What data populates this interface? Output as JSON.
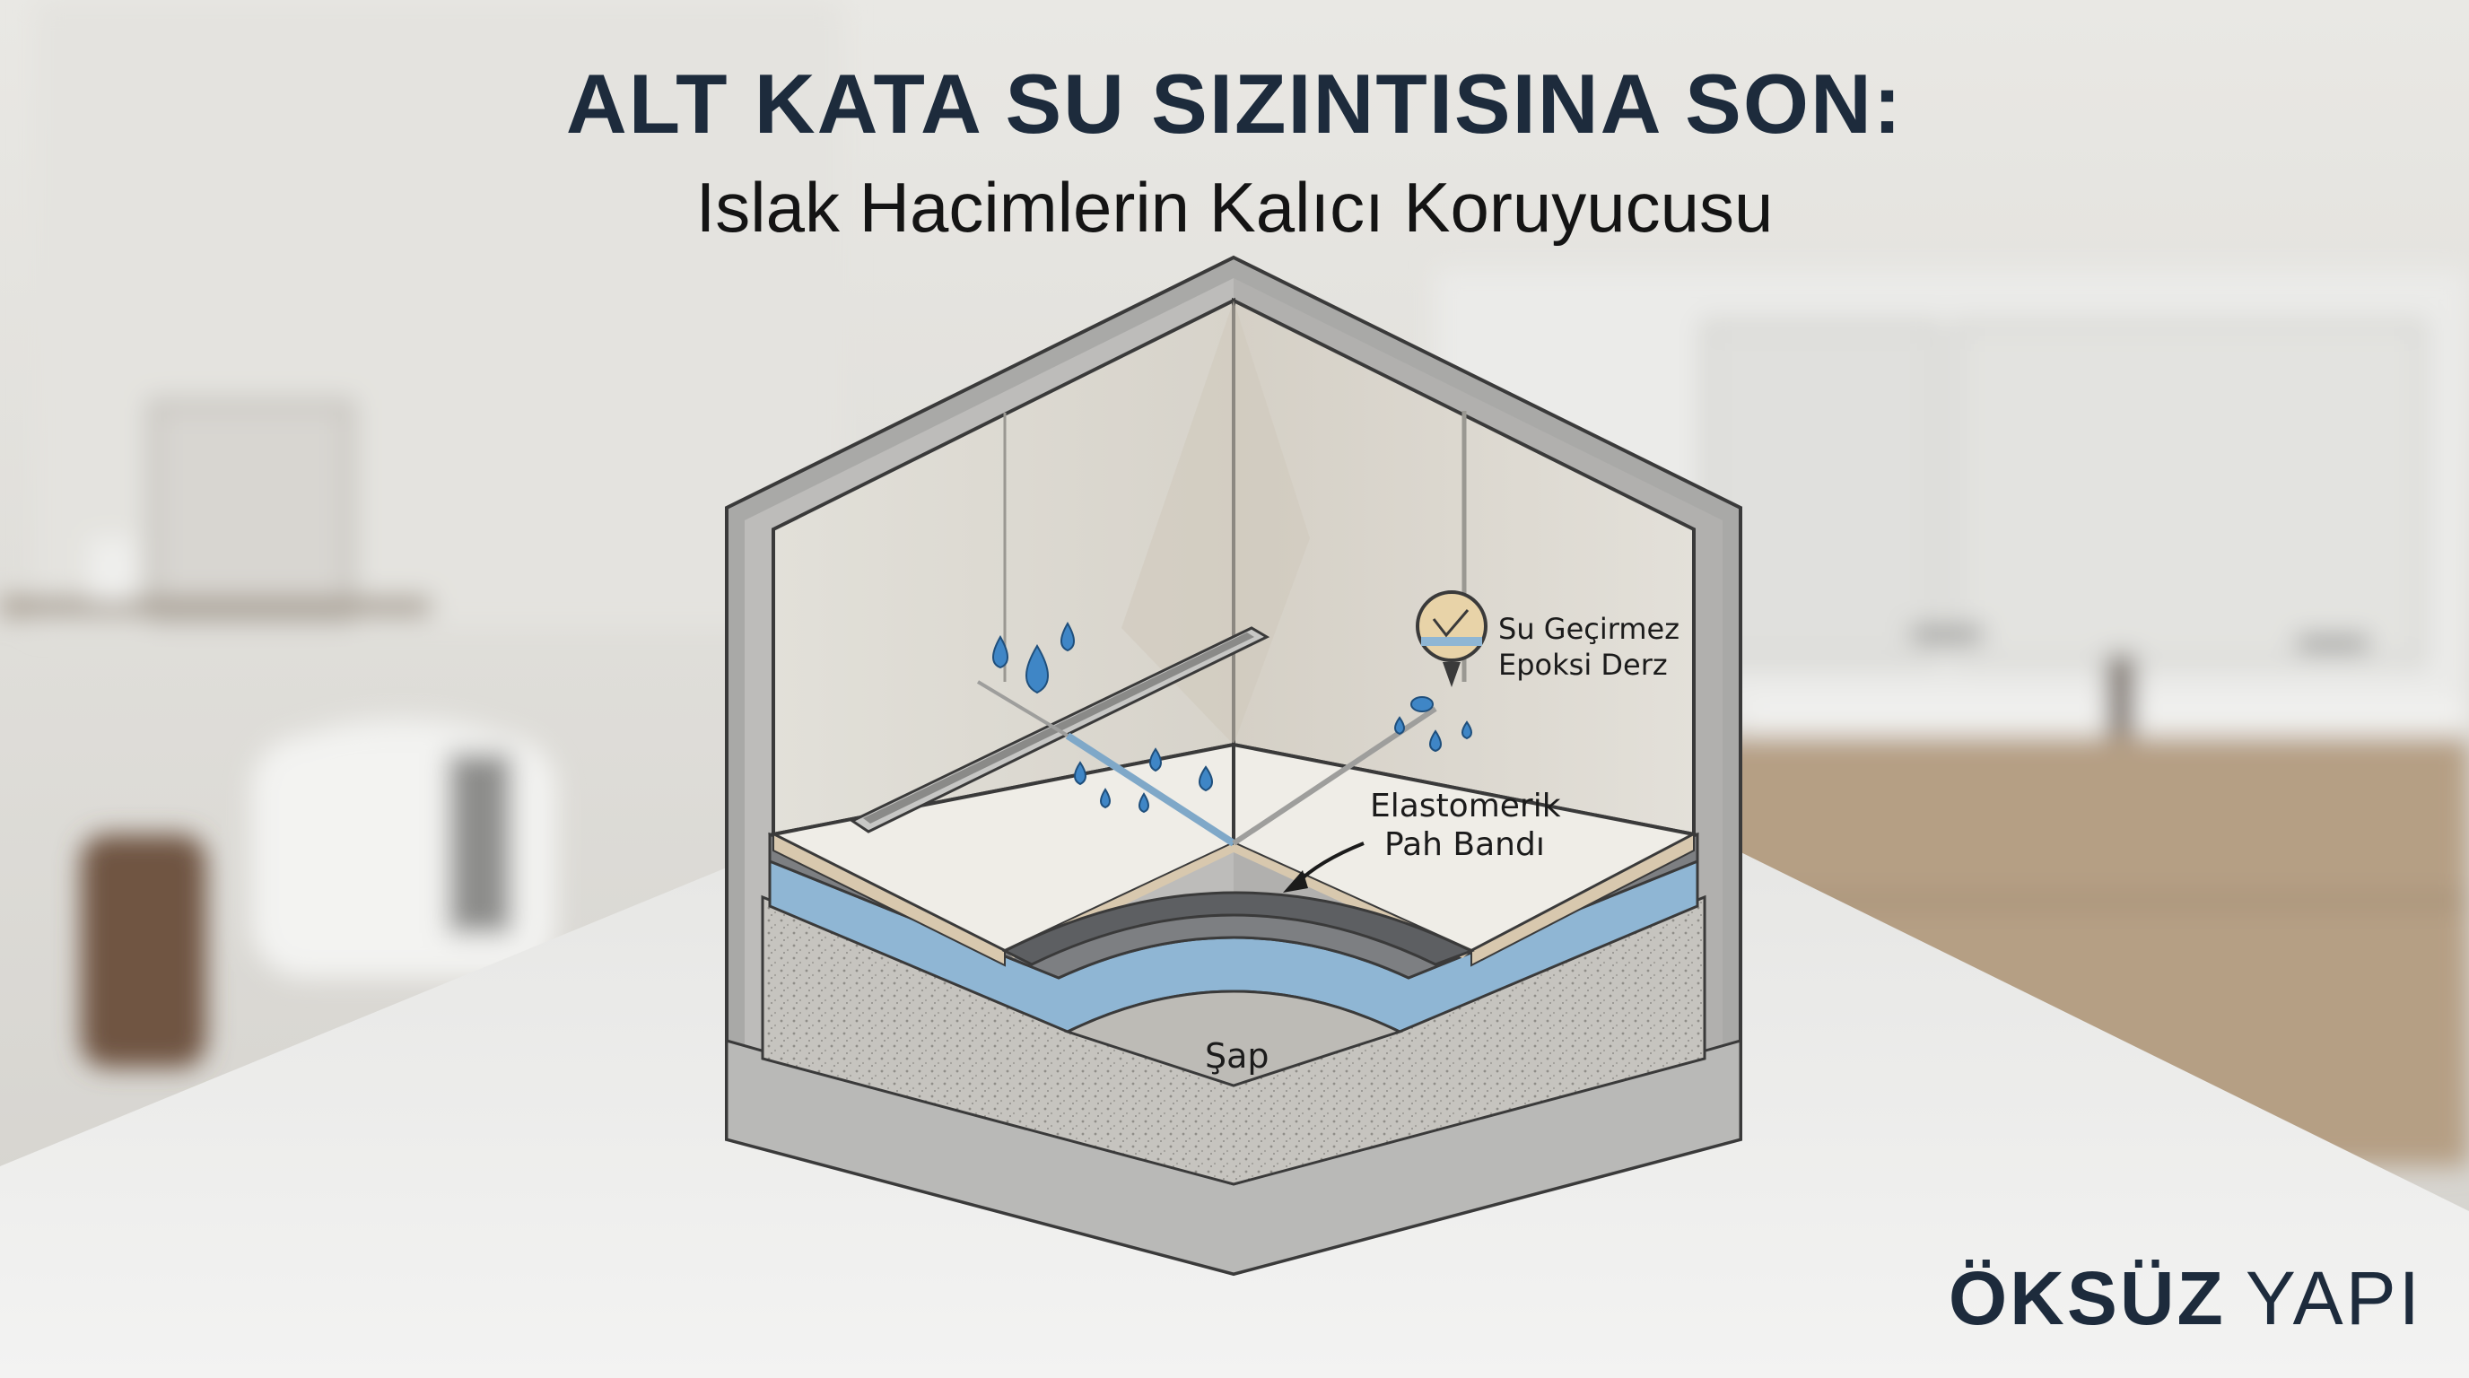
{
  "title": {
    "main": "ALT KATA SU SIZINTISINA SON:",
    "sub": "Islak Hacimlerin Kalıcı Koruyucusu"
  },
  "labels": {
    "joint_line1": "Su Geçirmez",
    "joint_line2": "Epoksi Derz",
    "band_line1": "Elastomerik",
    "band_line2": "Pah Bandı",
    "screed": "Şap"
  },
  "brand": {
    "bold": "ÖKSÜZ",
    "light": "YAPI"
  },
  "colors": {
    "title": "#1d2b3c",
    "membrane_blue": "#8fb6d4",
    "water_drop": "#3f86c6",
    "wall_tile": "#e6e3dc",
    "floor_tile": "#efede7",
    "screed": "#b9b7b2"
  }
}
